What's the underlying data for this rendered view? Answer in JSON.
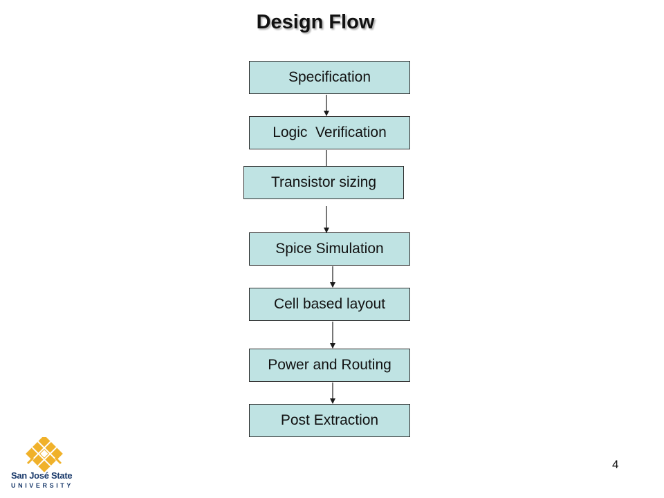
{
  "slide": {
    "title": "Design Flow",
    "page_number": "4"
  },
  "colors": {
    "box_fill": "#bfe3e3",
    "box_border": "#2b2b2b",
    "arrow": "#1a1a1a",
    "logo_gold": "#f0b12a",
    "logo_navy": "#1a3a6b"
  },
  "flow": {
    "steps": [
      {
        "label": "Specification"
      },
      {
        "label": "Logic  Verification"
      },
      {
        "label": "Transistor sizing"
      },
      {
        "label": "Spice Simulation"
      },
      {
        "label": "Cell based layout"
      },
      {
        "label": "Power and Routing"
      },
      {
        "label": "Post Extraction"
      }
    ]
  },
  "logo": {
    "line1": "San José State",
    "line2": "UNIVERSITY"
  }
}
